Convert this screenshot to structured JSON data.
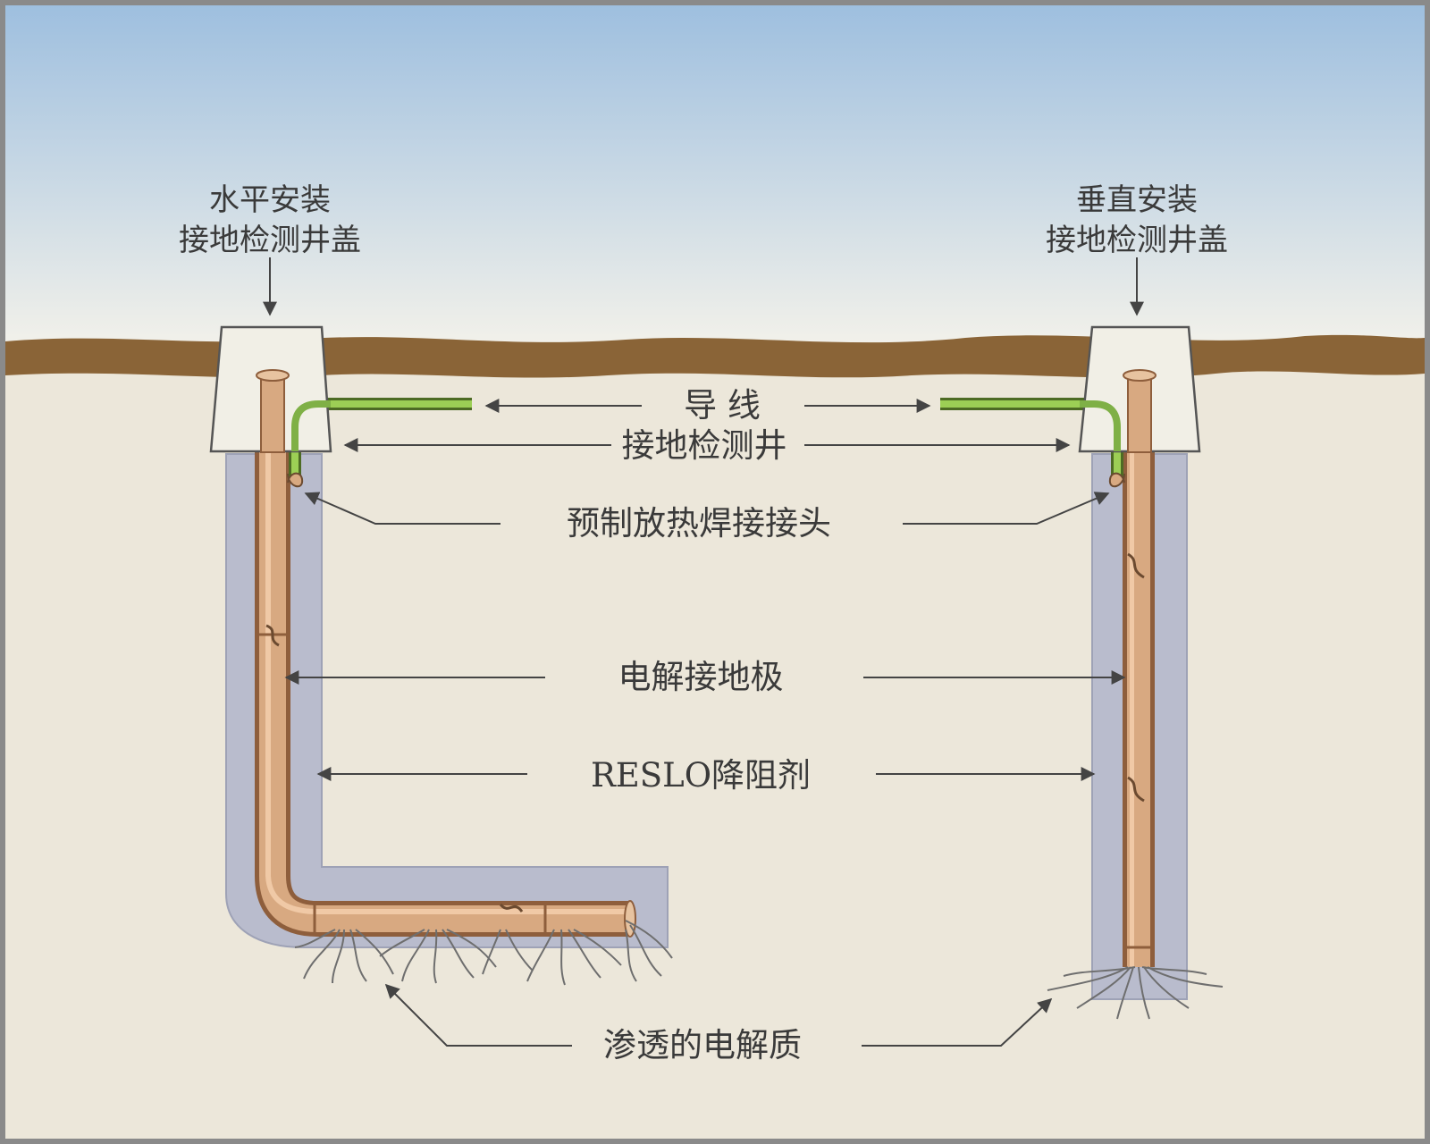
{
  "labels": {
    "left_cover": [
      "水平安装",
      "接地检测井盖"
    ],
    "right_cover": [
      "垂直安装",
      "接地检测井盖"
    ],
    "wire": "导 线",
    "inspection_well": "接地检测井",
    "weld_joint": "预制放热焊接接头",
    "electrode": "电解接地极",
    "filler": "RESLO降阻剂",
    "electrolyte": "渗透的电解质"
  },
  "colors": {
    "sky_top": "#9ebfdf",
    "sky_bottom": "#f2f1ea",
    "soil_surface": "#8a6437",
    "ground": "#ece7da",
    "backfill": "#b9bccd",
    "electrode": "#c99a73",
    "wire": "#8fc24a",
    "cover": "#f1efe6"
  }
}
